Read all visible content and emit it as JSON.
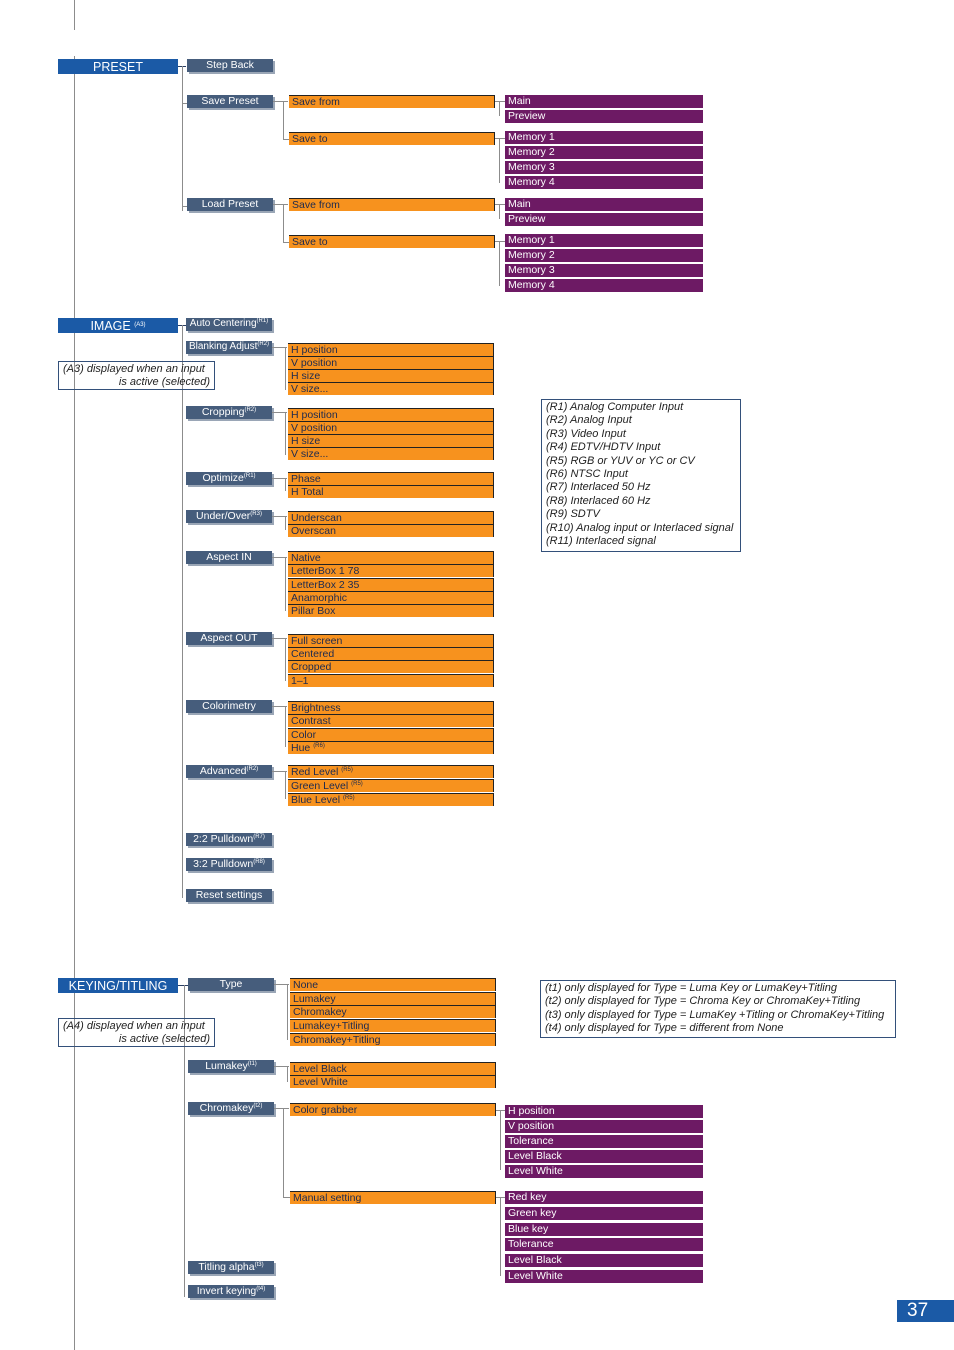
{
  "preset": {
    "title": "PRESET",
    "step_back": "Step Back",
    "save_preset": "Save Preset",
    "load_preset": "Load Preset",
    "save_from": "Save from",
    "save_to": "Save to",
    "main": "Main",
    "preview": "Preview",
    "memories": [
      "Memory 1",
      "Memory 2",
      "Memory 3",
      "Memory 4"
    ]
  },
  "image": {
    "title": "IMAGE",
    "title_sup": "(A3)",
    "note": [
      "(A3) displayed when an input",
      "is active (selected)"
    ],
    "auto_centering": "Auto Centering",
    "auto_centering_sup": "(R1)",
    "blanking": "Blanking Adjust",
    "blanking_sup": "(R2)",
    "blanking_items": [
      "H position",
      "V position",
      "H size",
      "V size..."
    ],
    "cropping": "Cropping",
    "cropping_sup": "(R2)",
    "cropping_items": [
      "H position",
      "V position",
      "H size",
      "V size..."
    ],
    "optimize": "Optimize",
    "optimize_sup": "(R1)",
    "optimize_items": [
      "Phase",
      "H Total"
    ],
    "underover": "Under/Over",
    "underover_sup": "(R3)",
    "underover_items": [
      "Underscan",
      "Overscan"
    ],
    "aspect_in": "Aspect IN",
    "aspect_in_items": [
      "Native",
      "LetterBox  1  78",
      "LetterBox  2  35",
      "Anamorphic",
      "Pillar Box"
    ],
    "aspect_out": "Aspect OUT",
    "aspect_out_items": [
      "Full screen",
      "Centered",
      "Cropped",
      "1–1"
    ],
    "colorimetry": "Colorimetry",
    "colorimetry_items": [
      "Brightness",
      "Contrast",
      "Color",
      "Hue"
    ],
    "hue_sup": "(R6)",
    "advanced": "Advanced",
    "advanced_sup": "(R2)",
    "advanced_items": [
      "Red Level",
      "Green Level",
      "Blue Level"
    ],
    "advanced_items_sup": "(R5)",
    "pulldown22": "2:2 Pulldown",
    "pulldown22_sup": "(R7)",
    "pulldown32": "3:2 Pulldown",
    "pulldown32_sup": "(R8)",
    "reset": "Reset settings"
  },
  "r_notes": [
    "(R1) Analog Computer Input",
    "(R2) Analog Input",
    "(R3) Video Input",
    "(R4) EDTV/HDTV Input",
    "(R5) RGB or YUV or YC or CV",
    "(R6) NTSC Input",
    "(R7) Interlaced 50 Hz",
    "(R8) Interlaced 60 Hz",
    "(R9) SDTV",
    "(R10) Analog input or Interlaced signal",
    "(R11) Interlaced signal"
  ],
  "keying": {
    "title": "KEYING/TITLING",
    "note": [
      "(A4) displayed when an input",
      "is active (selected)"
    ],
    "type": "Type",
    "type_items": [
      "None",
      "Lumakey",
      "Chromakey",
      "Lumakey+Titling",
      "Chromakey+Titling"
    ],
    "lumakey": "Lumakey",
    "lumakey_sup": "(t1)",
    "lumakey_items": [
      "Level Black",
      "Level White"
    ],
    "chromakey": "Chromakey",
    "chromakey_sup": "(t2)",
    "color_grabber": "Color grabber",
    "grabber_items": [
      "H position",
      "V position",
      "Tolerance",
      "Level Black",
      "Level White"
    ],
    "manual_setting": "Manual setting",
    "manual_items": [
      "Red key",
      "Green key",
      "Blue key",
      "Tolerance",
      "Level Black",
      "Level White"
    ],
    "titling_alpha": "Titling alpha",
    "titling_alpha_sup": "(t3)",
    "invert_keying": "Invert keying",
    "invert_keying_sup": "(t4)"
  },
  "t_notes": [
    "(t1) only displayed for Type = Luma Key or LumaKey+Titling",
    "(t2) only displayed for Type = Chroma Key or ChromaKey+Titling",
    "(t3) only displayed for Type = LumaKey +Titling or ChromaKey+Titling",
    "(t4) only displayed for Type = different from None"
  ],
  "page_number": "37"
}
